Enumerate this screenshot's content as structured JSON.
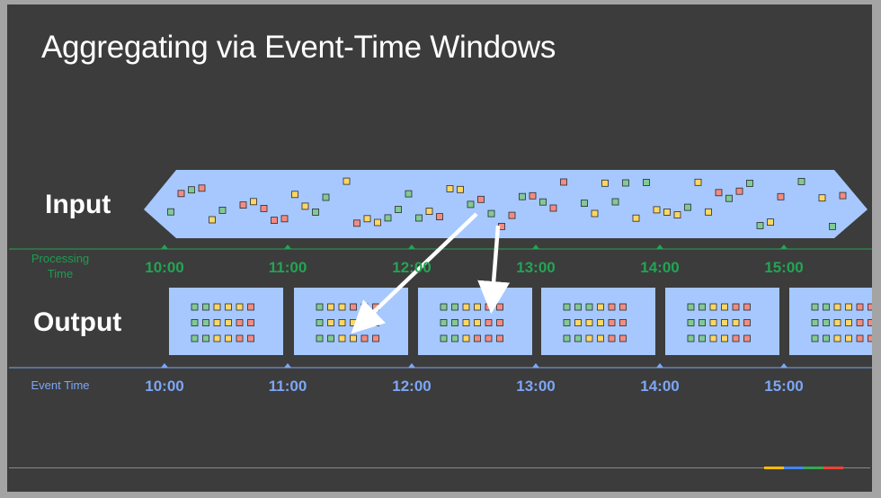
{
  "title": "Aggregating via Event-Time Windows",
  "rows": {
    "input": "Input",
    "output": "Output"
  },
  "axes": {
    "processing": {
      "label": [
        "Processing",
        "Time"
      ],
      "ticks": [
        "10:00",
        "11:00",
        "12:00",
        "13:00",
        "14:00",
        "15:00"
      ]
    },
    "event": {
      "label": "Event Time",
      "ticks": [
        "10:00",
        "11:00",
        "12:00",
        "13:00",
        "14:00",
        "15:00"
      ]
    }
  },
  "colors": {
    "background": "#3c3c3c",
    "band": "#a6c8ff",
    "processing_axis": "#23a454",
    "event_axis": "#7da6f5",
    "red": "#f28b82",
    "yellow": "#fdd663",
    "green": "#81c995",
    "arrow": "#ffffff",
    "brand": [
      "#fbbc04",
      "#4285f4",
      "#34a853",
      "#ea4335"
    ]
  },
  "output_windows": [
    {
      "rows": [
        [
          "g",
          "g",
          "y",
          "y",
          "y",
          "r"
        ],
        [
          "g",
          "g",
          "y",
          "y",
          "r",
          "r"
        ],
        [
          "g",
          "g",
          "y",
          "y",
          "r",
          "r"
        ]
      ]
    },
    {
      "rows": [
        [
          "g",
          "y",
          "y",
          "r",
          "r",
          "r"
        ],
        [
          "g",
          "y",
          "y",
          "y",
          "r",
          "r"
        ],
        [
          "g",
          "g",
          "y",
          "y",
          "r",
          "r"
        ]
      ]
    },
    {
      "rows": [
        [
          "g",
          "g",
          "y",
          "y",
          "r",
          "r"
        ],
        [
          "g",
          "g",
          "y",
          "y",
          "r",
          "r"
        ],
        [
          "g",
          "g",
          "y",
          "r",
          "r",
          "r"
        ]
      ]
    },
    {
      "rows": [
        [
          "g",
          "g",
          "g",
          "y",
          "r",
          "r"
        ],
        [
          "g",
          "y",
          "y",
          "y",
          "r",
          "r"
        ],
        [
          "g",
          "g",
          "y",
          "y",
          "r",
          "r"
        ]
      ]
    },
    {
      "rows": [
        [
          "g",
          "g",
          "y",
          "y",
          "r",
          "r"
        ],
        [
          "g",
          "g",
          "y",
          "y",
          "y",
          "r"
        ],
        [
          "g",
          "g",
          "y",
          "y",
          "r",
          "r"
        ]
      ]
    },
    {
      "rows": [
        [
          "g",
          "g",
          "y",
          "y",
          "r",
          "r"
        ],
        [
          "g",
          "g",
          "y",
          "y",
          "r",
          "r"
        ],
        [
          "g",
          "g",
          "y",
          "y",
          "r",
          "r"
        ]
      ]
    }
  ]
}
